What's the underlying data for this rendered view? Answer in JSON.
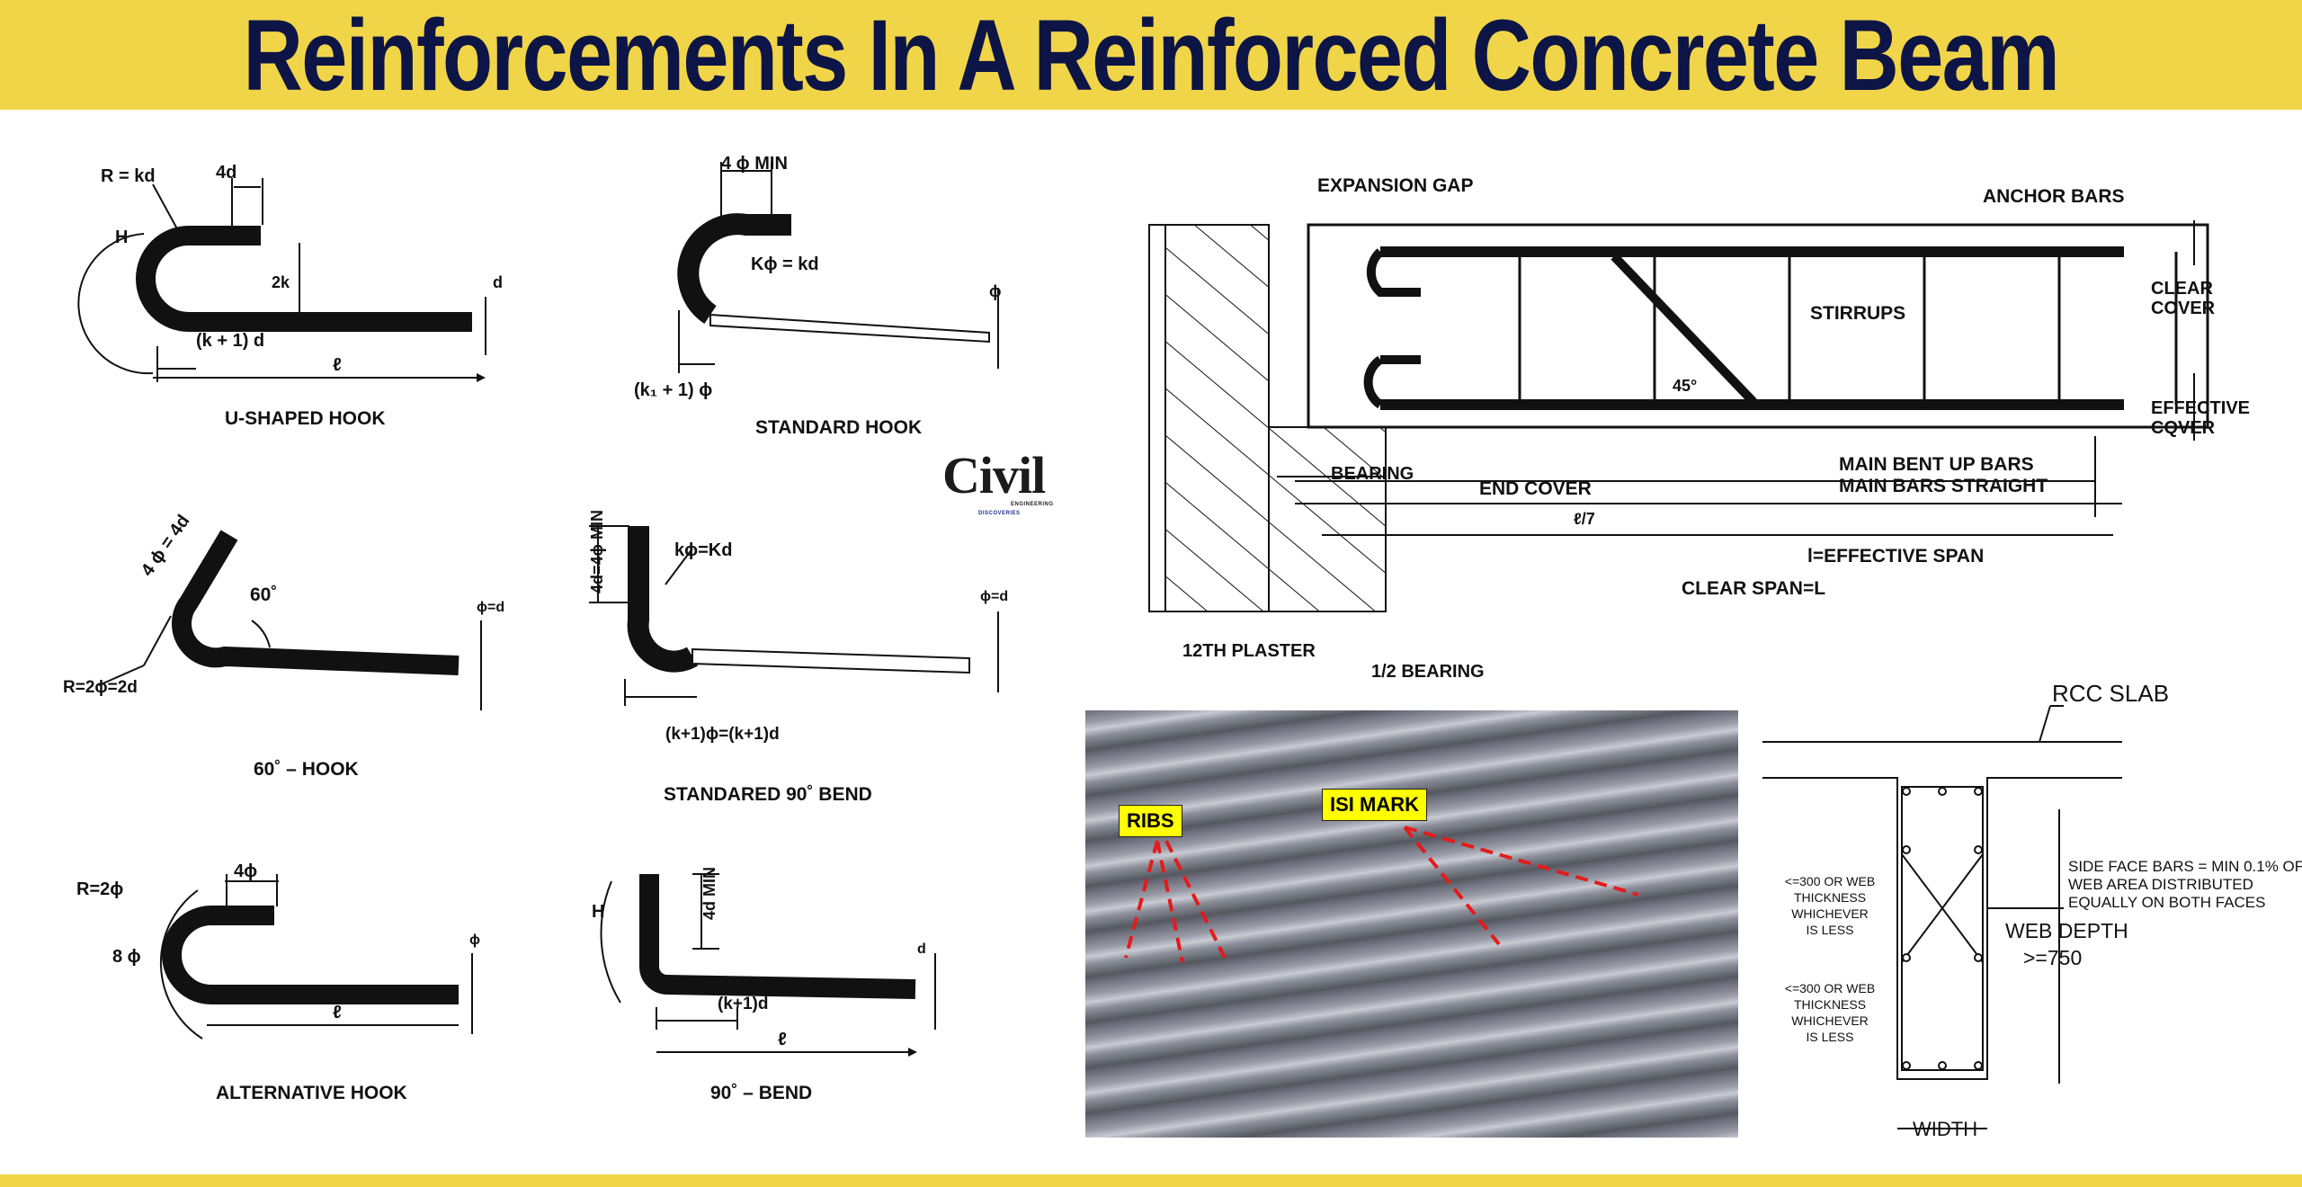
{
  "title": "Reinforcements In A Reinforced Concrete Beam",
  "hooks": {
    "u_shaped": {
      "label": "U-SHAPED HOOK",
      "r": "R = kd",
      "top": "4d",
      "h": "H",
      "rise": "2k",
      "bottom": "(k  + 1) d",
      "len": "ℓ",
      "dia": "d"
    },
    "standard": {
      "label": "STANDARD HOOK",
      "top": "4 ϕ MIN",
      "k": "Kϕ = kd",
      "bottom": "(k₁ + 1) ϕ",
      "dia": "ϕ"
    },
    "sixty": {
      "label": "60˚ – HOOK",
      "top": "4 ϕ = 4d",
      "angle": "60˚",
      "r": "R=2ϕ=2d",
      "dia": "ϕ=d"
    },
    "standard90": {
      "label": "STANDARED 90˚ BEND",
      "side": "4d=4ϕ MIN",
      "k": "kϕ=Kd",
      "bottom": "(k+1)ϕ=(k+1)d",
      "dia": "ϕ=d"
    },
    "alternative": {
      "label": "ALTERNATIVE HOOK",
      "r": "R=2ϕ",
      "top": "4ϕ",
      "left": "8 ϕ",
      "len": "ℓ",
      "dia": "ϕ"
    },
    "bend90": {
      "label": "90˚ – BEND",
      "h": "H",
      "side": "4d MIN",
      "bottom": "(k+1)d",
      "len": "ℓ",
      "dia": "d"
    }
  },
  "logo": {
    "main": "Civil",
    "sub1": "ENGINEERING",
    "sub2": "DISCOVERIES"
  },
  "beam": {
    "expansion_gap": "EXPANSION GAP",
    "anchor_bars": "ANCHOR BARS",
    "clear_cover_1": "CLEAR",
    "clear_cover_2": "COVER",
    "stirrups": "STIRRUPS",
    "angle": "45°",
    "effective_cover_1": "EFFECTIVE",
    "effective_cover_2": "CQVER",
    "bearing": "BEARING",
    "end_cover": "END COVER",
    "main_bent": "MAIN BENT UP BARS",
    "main_straight": "MAIN BARS STRAIGHT",
    "l7": "ℓ/7",
    "effective_span": "l=EFFECTIVE SPAN",
    "clear_span": "CLEAR SPAN=L",
    "plaster": "12TH PLASTER",
    "half_bearing": "1/2 BEARING"
  },
  "photo": {
    "ribs": "RIBS",
    "isi": "ISI MARK"
  },
  "section": {
    "rcc_slab": "RCC SLAB",
    "spacing1": [
      "<=300 OR WEB",
      "THICKNESS",
      "WHICHEVER",
      "IS LESS"
    ],
    "spacing2": [
      "<=300 OR WEB",
      "THICKNESS",
      "WHICHEVER",
      "IS LESS"
    ],
    "side_face": [
      "SIDE FACE BARS = MIN 0.1% OF",
      "WEB AREA DISTRIBUTED",
      "EQUALLY ON BOTH FACES"
    ],
    "web_depth": "WEB DEPTH",
    "web_depth_val": ">=750",
    "width": "WIDTH"
  }
}
